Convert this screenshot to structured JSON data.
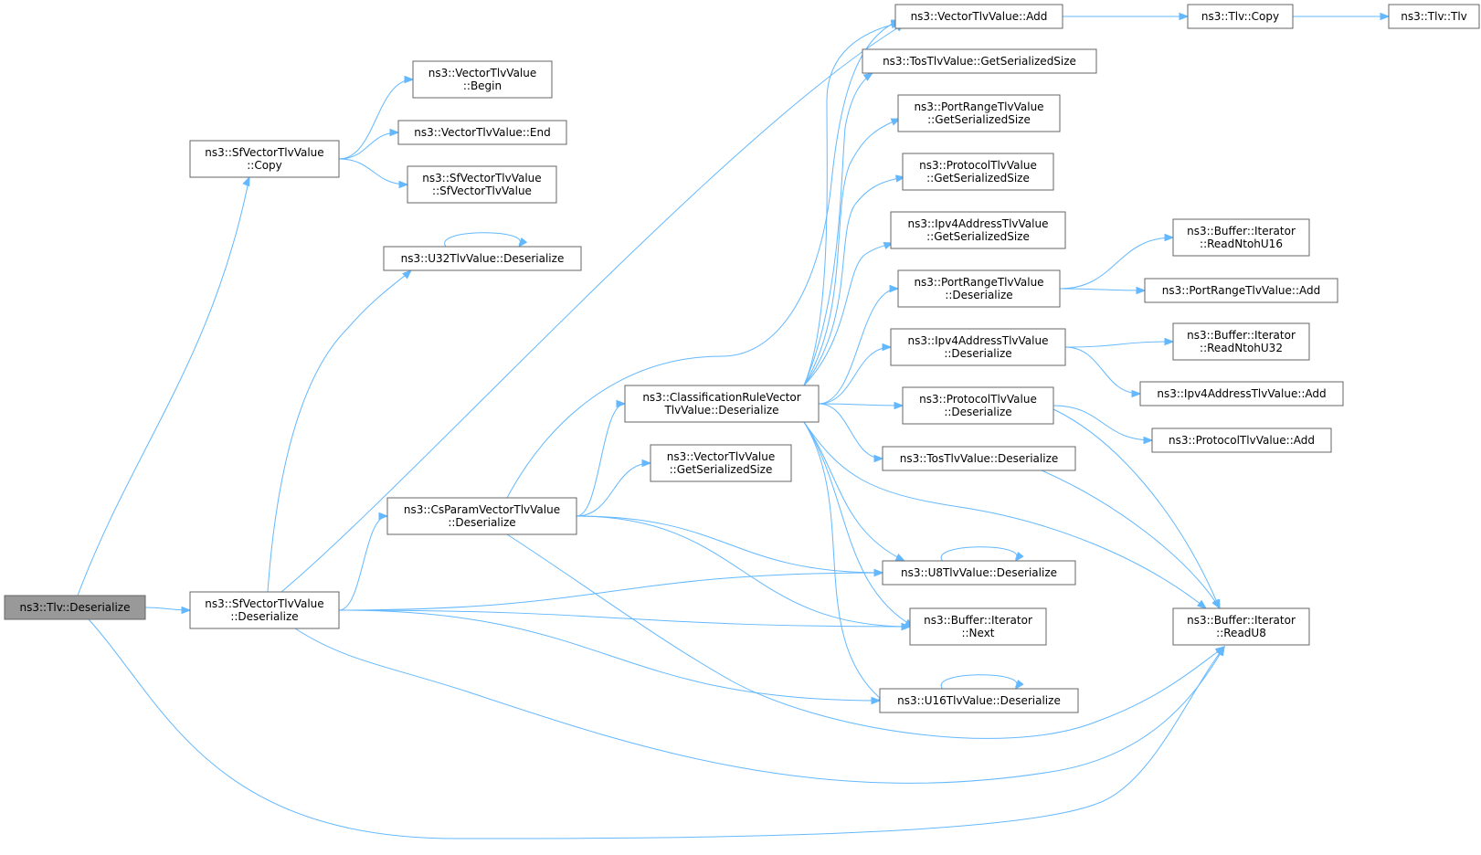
{
  "graph_title": "",
  "colors": {
    "edge": "#63b8ff",
    "node_border": "#666666",
    "root_fill": "#999999",
    "node_fill": "#ffffff"
  },
  "nodes": [
    {
      "id": "tlv_deserialize",
      "lines": [
        "ns3::Tlv::Deserialize"
      ],
      "root": true
    },
    {
      "id": "sfv_copy",
      "lines": [
        "ns3::SfVectorTlvValue",
        "::Copy"
      ]
    },
    {
      "id": "vtv_begin",
      "lines": [
        "ns3::VectorTlvValue",
        "::Begin"
      ]
    },
    {
      "id": "vtv_end",
      "lines": [
        "ns3::VectorTlvValue::End"
      ]
    },
    {
      "id": "sfv_ctor",
      "lines": [
        "ns3::SfVectorTlvValue",
        "::SfVectorTlvValue"
      ]
    },
    {
      "id": "u32_deser",
      "lines": [
        "ns3::U32TlvValue::Deserialize"
      ]
    },
    {
      "id": "sfv_deser",
      "lines": [
        "ns3::SfVectorTlvValue",
        "::Deserialize"
      ]
    },
    {
      "id": "csp_deser",
      "lines": [
        "ns3::CsParamVectorTlvValue",
        "::Deserialize"
      ]
    },
    {
      "id": "crv_deser",
      "lines": [
        "ns3::ClassificationRuleVector",
        "TlvValue::Deserialize"
      ]
    },
    {
      "id": "vtv_gss",
      "lines": [
        "ns3::VectorTlvValue",
        "::GetSerializedSize"
      ]
    },
    {
      "id": "vtv_add",
      "lines": [
        "ns3::VectorTlvValue::Add"
      ]
    },
    {
      "id": "tlv_copy",
      "lines": [
        "ns3::Tlv::Copy"
      ]
    },
    {
      "id": "tlv_ctor",
      "lines": [
        "ns3::Tlv::Tlv"
      ]
    },
    {
      "id": "tos_gss",
      "lines": [
        "ns3::TosTlvValue::GetSerializedSize"
      ]
    },
    {
      "id": "prt_gss",
      "lines": [
        "ns3::PortRangeTlvValue",
        "::GetSerializedSize"
      ]
    },
    {
      "id": "prot_gss",
      "lines": [
        "ns3::ProtocolTlvValue",
        "::GetSerializedSize"
      ]
    },
    {
      "id": "ipv4_gss",
      "lines": [
        "ns3::Ipv4AddressTlvValue",
        "::GetSerializedSize"
      ]
    },
    {
      "id": "prt_deser",
      "lines": [
        "ns3::PortRangeTlvValue",
        "::Deserialize"
      ]
    },
    {
      "id": "ipv4_deser",
      "lines": [
        "ns3::Ipv4AddressTlvValue",
        "::Deserialize"
      ]
    },
    {
      "id": "prot_deser",
      "lines": [
        "ns3::ProtocolTlvValue",
        "::Deserialize"
      ]
    },
    {
      "id": "tos_deser",
      "lines": [
        "ns3::TosTlvValue::Deserialize"
      ]
    },
    {
      "id": "u8_deser",
      "lines": [
        "ns3::U8TlvValue::Deserialize"
      ]
    },
    {
      "id": "bi_next",
      "lines": [
        "ns3::Buffer::Iterator",
        "::Next"
      ]
    },
    {
      "id": "u16_deser",
      "lines": [
        "ns3::U16TlvValue::Deserialize"
      ]
    },
    {
      "id": "bi_readntohu16",
      "lines": [
        "ns3::Buffer::Iterator",
        "::ReadNtohU16"
      ]
    },
    {
      "id": "prt_add",
      "lines": [
        "ns3::PortRangeTlvValue::Add"
      ]
    },
    {
      "id": "bi_readntohu32",
      "lines": [
        "ns3::Buffer::Iterator",
        "::ReadNtohU32"
      ]
    },
    {
      "id": "ipv4_add",
      "lines": [
        "ns3::Ipv4AddressTlvValue::Add"
      ]
    },
    {
      "id": "prot_add",
      "lines": [
        "ns3::ProtocolTlvValue::Add"
      ]
    },
    {
      "id": "bi_readu8",
      "lines": [
        "ns3::Buffer::Iterator",
        "::ReadU8"
      ]
    }
  ],
  "edges": [
    [
      "tlv_deserialize",
      "sfv_copy"
    ],
    [
      "tlv_deserialize",
      "sfv_deser"
    ],
    [
      "tlv_deserialize",
      "bi_readu8"
    ],
    [
      "sfv_copy",
      "vtv_begin"
    ],
    [
      "sfv_copy",
      "vtv_end"
    ],
    [
      "sfv_copy",
      "sfv_ctor"
    ],
    [
      "u32_deser",
      "u32_deser"
    ],
    [
      "sfv_deser",
      "u32_deser"
    ],
    [
      "sfv_deser",
      "vtv_add"
    ],
    [
      "sfv_deser",
      "csp_deser"
    ],
    [
      "sfv_deser",
      "u8_deser"
    ],
    [
      "sfv_deser",
      "bi_next"
    ],
    [
      "sfv_deser",
      "u16_deser"
    ],
    [
      "sfv_deser",
      "bi_readu8"
    ],
    [
      "csp_deser",
      "vtv_add"
    ],
    [
      "csp_deser",
      "crv_deser"
    ],
    [
      "csp_deser",
      "vtv_gss"
    ],
    [
      "csp_deser",
      "u8_deser"
    ],
    [
      "csp_deser",
      "bi_next"
    ],
    [
      "csp_deser",
      "bi_readu8"
    ],
    [
      "crv_deser",
      "vtv_add"
    ],
    [
      "crv_deser",
      "tos_gss"
    ],
    [
      "crv_deser",
      "prt_gss"
    ],
    [
      "crv_deser",
      "prot_gss"
    ],
    [
      "crv_deser",
      "ipv4_gss"
    ],
    [
      "crv_deser",
      "prt_deser"
    ],
    [
      "crv_deser",
      "ipv4_deser"
    ],
    [
      "crv_deser",
      "prot_deser"
    ],
    [
      "crv_deser",
      "tos_deser"
    ],
    [
      "crv_deser",
      "u8_deser"
    ],
    [
      "crv_deser",
      "bi_next"
    ],
    [
      "crv_deser",
      "u16_deser"
    ],
    [
      "crv_deser",
      "bi_readu8"
    ],
    [
      "vtv_add",
      "tlv_copy"
    ],
    [
      "tlv_copy",
      "tlv_ctor"
    ],
    [
      "prt_deser",
      "bi_readntohu16"
    ],
    [
      "prt_deser",
      "prt_add"
    ],
    [
      "ipv4_deser",
      "bi_readntohu32"
    ],
    [
      "ipv4_deser",
      "ipv4_add"
    ],
    [
      "prot_deser",
      "prot_add"
    ],
    [
      "prot_deser",
      "bi_readu8"
    ],
    [
      "tos_deser",
      "bi_readu8"
    ],
    [
      "u8_deser",
      "u8_deser"
    ],
    [
      "u16_deser",
      "u16_deser"
    ]
  ]
}
